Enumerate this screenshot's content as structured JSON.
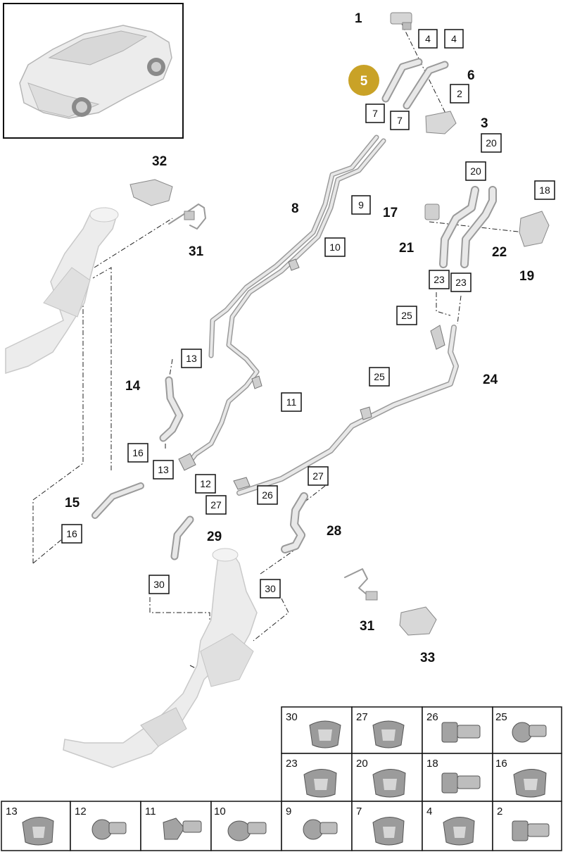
{
  "highlight": {
    "number": "5",
    "color": "#c9a227"
  },
  "callouts": {
    "n1": "1",
    "n3": "3",
    "n6": "6",
    "n8": "8",
    "n14": "14",
    "n15": "15",
    "n17": "17",
    "n19": "19",
    "n21": "21",
    "n22": "22",
    "n24": "24",
    "n28": "28",
    "n29": "29",
    "n31a": "31",
    "n31b": "31",
    "n32": "32",
    "n33": "33"
  },
  "boxes": {
    "b4a": "4",
    "b4b": "4",
    "b2": "2",
    "b7a": "7",
    "b7b": "7",
    "b20a": "20",
    "b20b": "20",
    "b18": "18",
    "b9": "9",
    "b10": "10",
    "b23a": "23",
    "b23b": "23",
    "b25a": "25",
    "b25b": "25",
    "b13a": "13",
    "b13b": "13",
    "b11": "11",
    "b16a": "16",
    "b16b": "16",
    "b12": "12",
    "b26": "26",
    "b27a": "27",
    "b27b": "27",
    "b30a": "30",
    "b30b": "30"
  },
  "parts_grid": {
    "row1": [
      "30",
      "27",
      "26",
      "25"
    ],
    "row2": [
      "23",
      "20",
      "18",
      "16"
    ],
    "row3": [
      "13",
      "12",
      "11",
      "10",
      "9",
      "7",
      "4",
      "2"
    ]
  },
  "colors": {
    "part_fill": "#e6e6e6",
    "part_stroke": "#9a9a9a",
    "line": "#222222"
  }
}
